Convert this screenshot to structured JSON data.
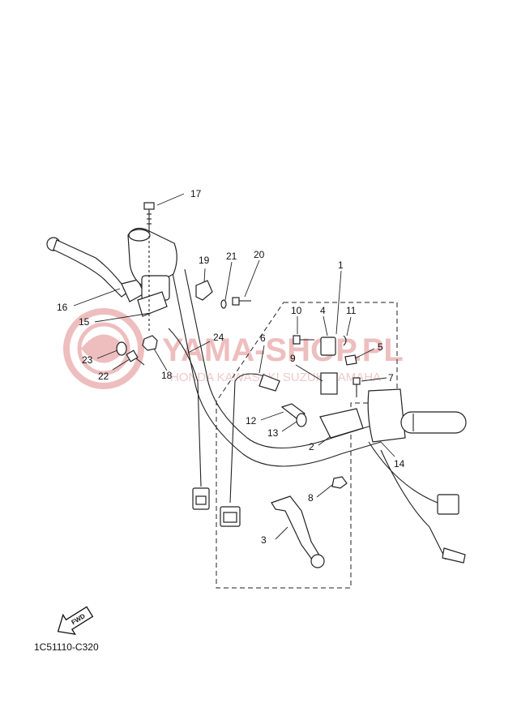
{
  "diagram_code": "1C51110-C320",
  "fwd_label": "FWD",
  "watermark": {
    "main": "YAMA-SHOP.PL",
    "sub": "HONDA KAWASAKI SUZUKI YAMAHA",
    "color": "#e8a3a3"
  },
  "callouts": [
    {
      "id": "1",
      "label": "1"
    },
    {
      "id": "2",
      "label": "2"
    },
    {
      "id": "3",
      "label": "3"
    },
    {
      "id": "4",
      "label": "4"
    },
    {
      "id": "5",
      "label": "5"
    },
    {
      "id": "6",
      "label": "6"
    },
    {
      "id": "7",
      "label": "7"
    },
    {
      "id": "8",
      "label": "8"
    },
    {
      "id": "9",
      "label": "9"
    },
    {
      "id": "10",
      "label": "10"
    },
    {
      "id": "11",
      "label": "11"
    },
    {
      "id": "12",
      "label": "12"
    },
    {
      "id": "13",
      "label": "13"
    },
    {
      "id": "14",
      "label": "14"
    },
    {
      "id": "15",
      "label": "15"
    },
    {
      "id": "16",
      "label": "16"
    },
    {
      "id": "17",
      "label": "17"
    },
    {
      "id": "18",
      "label": "18"
    },
    {
      "id": "19",
      "label": "19"
    },
    {
      "id": "20",
      "label": "20"
    },
    {
      "id": "21",
      "label": "21"
    },
    {
      "id": "22",
      "label": "22"
    },
    {
      "id": "23",
      "label": "23"
    },
    {
      "id": "24",
      "label": "24"
    }
  ]
}
